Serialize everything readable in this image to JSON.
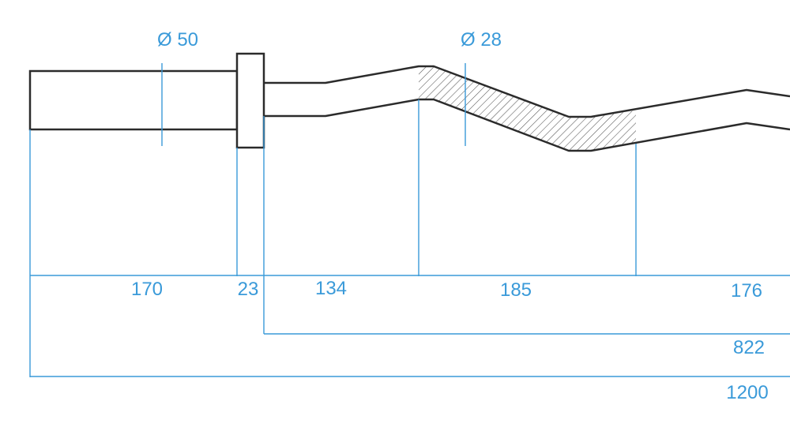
{
  "colors": {
    "outline": "#2b2b2b",
    "dimension": "#3a9ad9",
    "hatch": "#555555",
    "background": "#ffffff"
  },
  "diameters": {
    "sleeve": "Ø 50",
    "bar": "Ø 28"
  },
  "segments": {
    "sleeve": "170",
    "collar": "23",
    "first_straight": "134",
    "grip_bend": "185",
    "second_straight": "176"
  },
  "totals": {
    "inner_length": "822",
    "overall_length": "1200"
  }
}
